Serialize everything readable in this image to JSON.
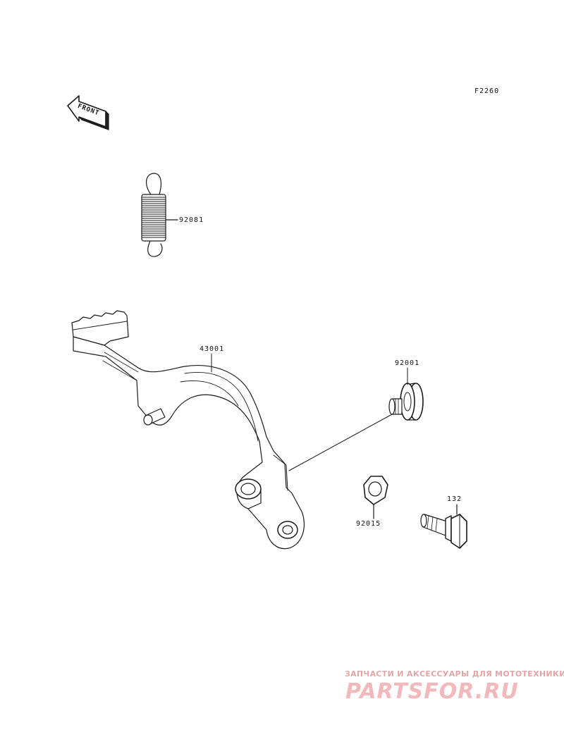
{
  "diagram": {
    "figure_code": "F2260",
    "direction_arrow_text": "FRONT",
    "parts": {
      "spring": "92081",
      "brake_pedal": "43001",
      "washer": "92001",
      "nut": "92015",
      "bolt": "132"
    }
  },
  "watermark": {
    "tagline": "ЗАПЧАСТИ И АКСЕССУАРЫ ДЛЯ МОТОТЕХНИКИ",
    "logo": "PARTSFOR.RU",
    "color": "#f2b8bb"
  }
}
